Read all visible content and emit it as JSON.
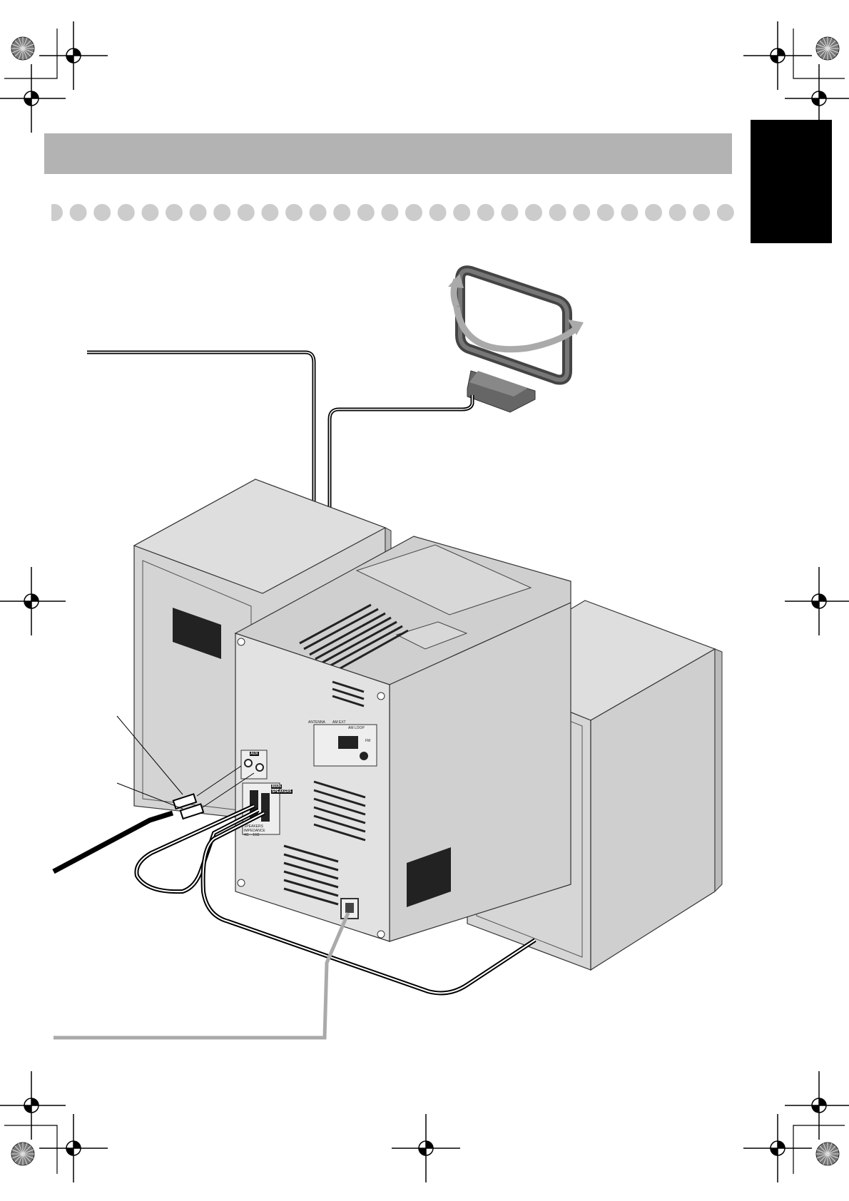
{
  "header": {
    "bar_color": "#b3b3b3"
  },
  "language_tab": {
    "color": "#000000"
  },
  "dot_leader": {
    "dot_color": "#cccccc"
  },
  "panel": {
    "aux_label": "AUX",
    "main_speakers_label_1": "MAIN",
    "main_speakers_label_2": "SPEAKERS",
    "impedance_line_1": "SPEAKERS",
    "impedance_line_2": "IMPEDANCE",
    "impedance_line_3": "4Ω ~ 16Ω",
    "antenna_label": "ANTENNA",
    "am_ext_label": "AM EXT",
    "am_loop_label": "AM LOOP",
    "fm_label": "FM"
  },
  "icons": [
    "registration-mark-icon",
    "color-wheel-icon",
    "rotate-arrow-icon"
  ]
}
